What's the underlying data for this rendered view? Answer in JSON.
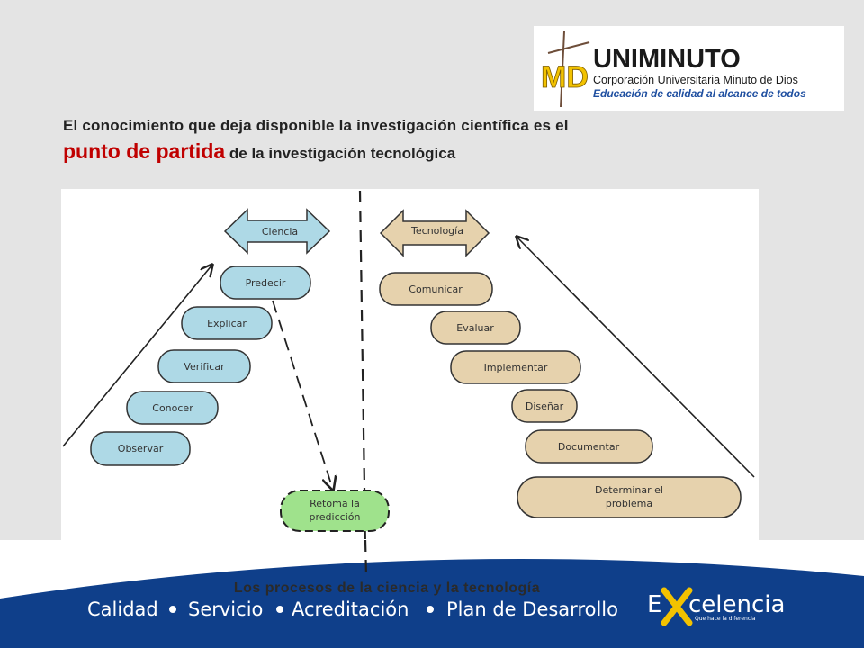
{
  "logo": {
    "monogram": "MD",
    "name": "UNIMINUTO",
    "subtitle": "Corporación Universitaria Minuto de Dios",
    "tagline": "Educación de calidad al alcance de todos"
  },
  "heading": {
    "line1": "El conocimiento que deja disponible la investigación científica es el",
    "highlight": "punto de partida",
    "line2_rest": " de la investigación tecnológica"
  },
  "diagram": {
    "science_title": "Ciencia",
    "technology_title": "Tecnología",
    "science_steps": [
      "Predecir",
      "Explicar",
      "Verificar",
      "Conocer",
      "Observar"
    ],
    "technology_steps": [
      "Comunicar",
      "Evaluar",
      "Implementar",
      "Diseñar",
      "Documentar"
    ],
    "technology_last_line1": "Determinar el",
    "technology_last_line2": "problema",
    "retoma_line1": "Retoma la",
    "retoma_line2": "predicción",
    "caption": "Los procesos de la ciencia y la tecnología"
  },
  "footer": {
    "slogan_1": "Calidad",
    "slogan_2": "Servicio",
    "slogan_3": "Acreditación",
    "slogan_4": "Plan de Desarrollo",
    "excelencia_e": "E",
    "excelencia_rest": "celencia",
    "excelencia_sub": "Que hace la diferencia"
  },
  "colors": {
    "science_fill": "#aed9e6",
    "technology_fill": "#e6d2ad",
    "retoma_fill": "#9fe28c",
    "highlight": "#c00000",
    "footer_blue": "#0f3f8a",
    "accent_yellow": "#f2c200"
  }
}
